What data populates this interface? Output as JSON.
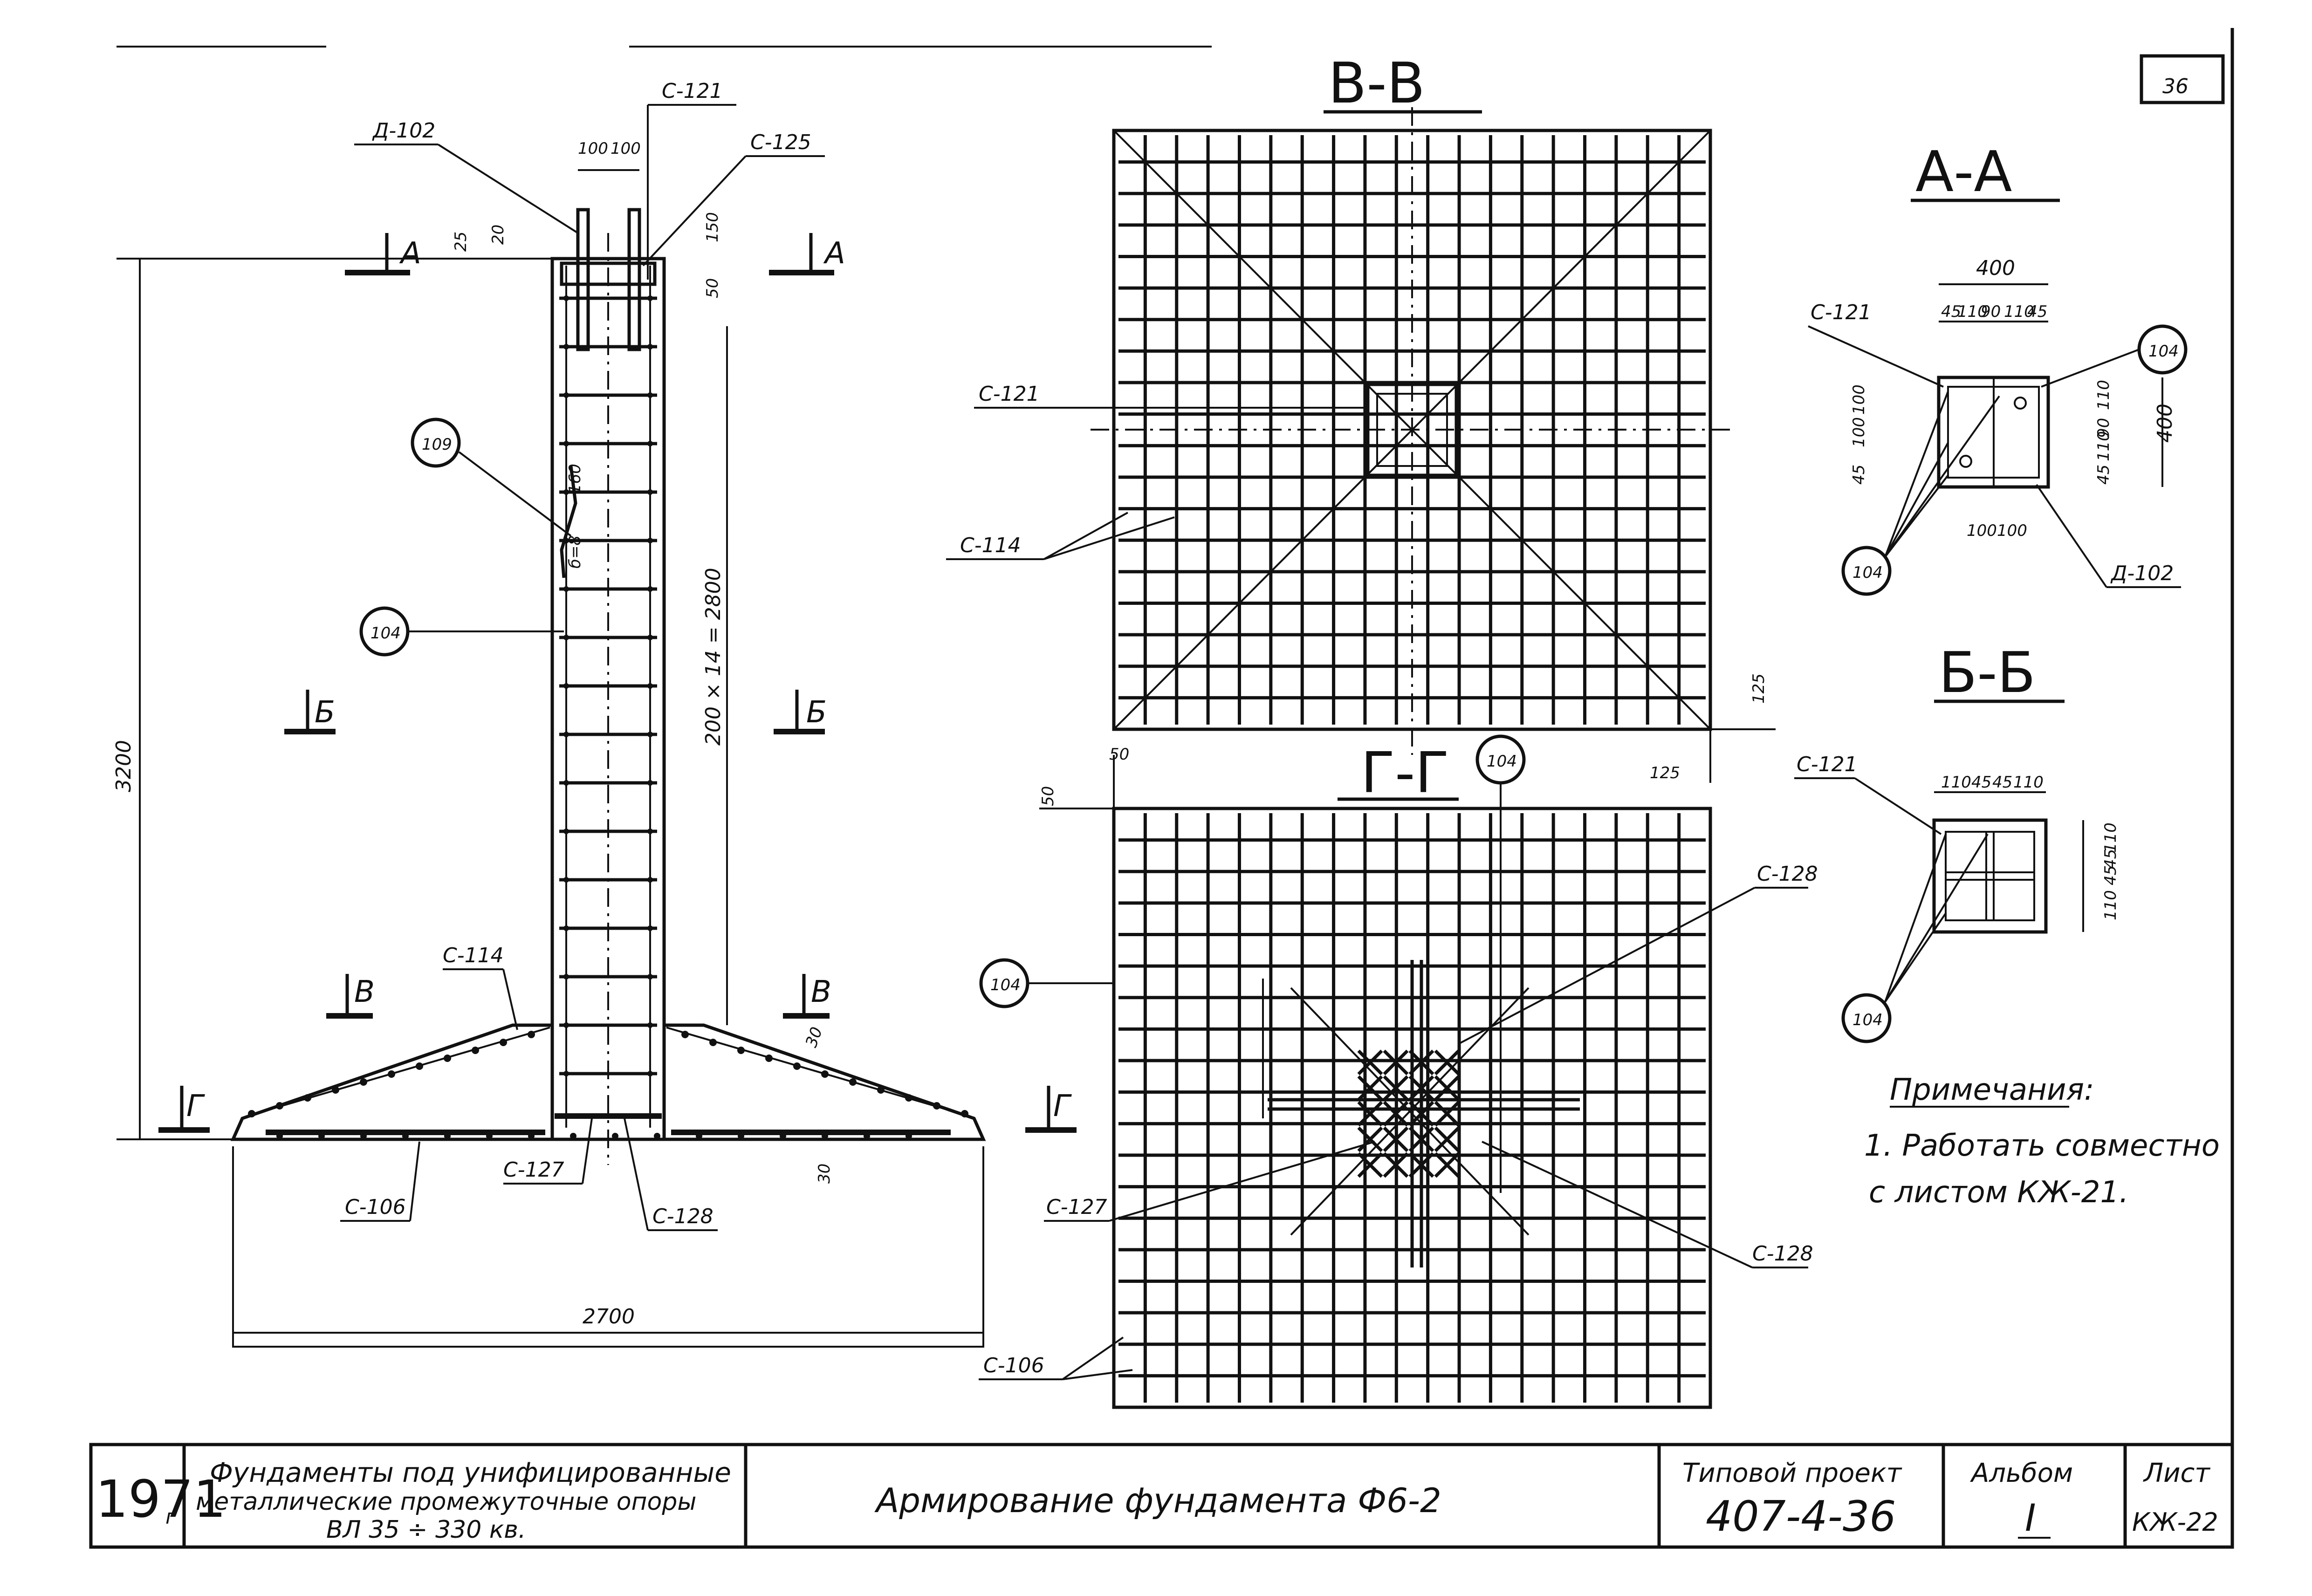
{
  "sheet": {
    "corner_number": "36",
    "labels": {
      "d102": "Д-102",
      "c121": "С-121",
      "c125": "С-125",
      "c114": "С-114",
      "c106": "С-106",
      "c127": "С-127",
      "c128": "С-128",
      "b109": "109",
      "b104": "104"
    },
    "section_marks": {
      "a": "А",
      "b": "Б",
      "v": "В",
      "g": "Г"
    },
    "dims_elev": {
      "d100a": "100",
      "d100b": "100",
      "d25": "25",
      "d20": "20",
      "d150": "150",
      "d50": "50",
      "d3200": "3200",
      "d2800": "200 × 14 = 2800",
      "d30a": "30",
      "d30b": "30",
      "d2700": "2700",
      "d160": "160",
      "d6_8": "б=8"
    },
    "section_titles": {
      "vv": "В-В",
      "gg": "Г-Г",
      "aa": "А-А",
      "bb": "Б-Б"
    },
    "plan_dims": {
      "d125a": "125",
      "d125b": "125",
      "d50a": "50",
      "d50b": "50"
    },
    "aa_dims": {
      "w400": "400",
      "h400": "400",
      "top": [
        "45",
        "110",
        "90",
        "110",
        "45"
      ],
      "left": [
        "100",
        "100"
      ],
      "right": [
        "110",
        "90",
        "110",
        "45"
      ],
      "bottom": [
        "100",
        "100"
      ],
      "left45": "45"
    },
    "bb_dims": {
      "top": [
        "110",
        "45",
        "45",
        "110"
      ],
      "right": [
        "110",
        "45",
        "45",
        "110"
      ]
    },
    "notes": {
      "title": "Примечания:",
      "line1": "1. Работать  совместно",
      "line2": "с листом   КЖ-21."
    }
  },
  "title_block": {
    "year": "1971",
    "year_suffix": "г",
    "desc_line1": "Фундаменты под унифицированные",
    "desc_line2": "металлические промежуточные опоры",
    "desc_line3": "ВЛ 35 ÷ 330 кв.",
    "drawing_title": "Армирование   фундамента    Ф6-2",
    "project_label": "Типовой проект",
    "project_number": "407-4-36",
    "album_label": "Альбом",
    "album_number": "I",
    "sheet_label": "Лист",
    "sheet_number": "КЖ-22"
  }
}
